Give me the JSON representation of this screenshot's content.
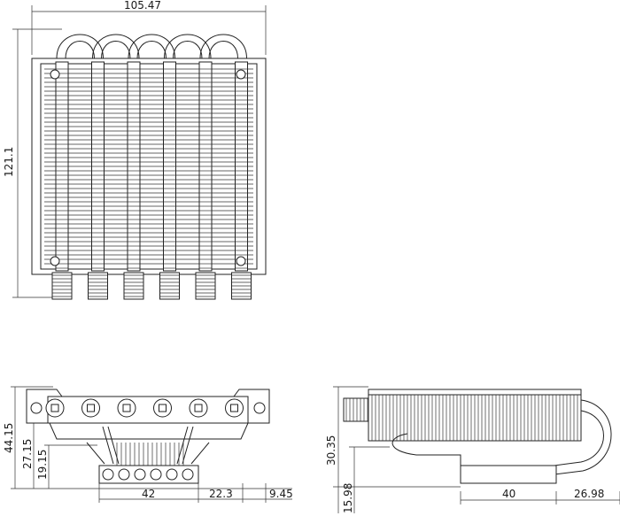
{
  "drawing": {
    "top_view": {
      "width_label": "105.47",
      "height_label": "121.1",
      "heatpipe_count": 6
    },
    "front_view": {
      "height_total_label": "44.15",
      "height_mid_label": "27.15",
      "height_low_label": "19.15",
      "base_width_label": "42",
      "offset_right_label": "22.3",
      "offset_edge_label": "9.45"
    },
    "side_view": {
      "height_upper_label": "30.35",
      "height_base_label": "15.98",
      "base_length_label": "40",
      "overhang_label": "26.98"
    }
  }
}
